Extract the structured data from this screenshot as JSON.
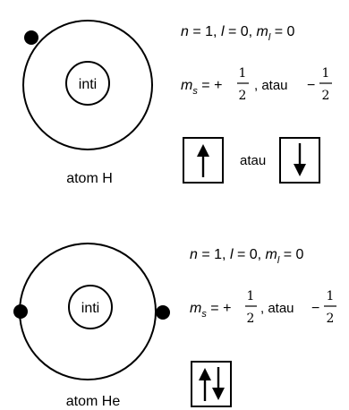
{
  "atom_h": {
    "nucleus_label": "inti",
    "caption": "atom H",
    "quantum_line": {
      "n_sym": "n",
      "n_val": " = 1, ",
      "l_sym": "l",
      "l_val": " = 0, ",
      "ml_sym": "m",
      "ml_sub": "l",
      "ml_val": " = 0"
    },
    "spin_line": {
      "ms_sym": "m",
      "ms_sub": "s",
      "eq": " = ",
      "plus": "+",
      "num": "1",
      "den": "2",
      "sep": ", atau",
      "minus": "−"
    },
    "spin_or": "atau",
    "electrons": 1
  },
  "atom_he": {
    "nucleus_label": "inti",
    "caption": "atom He",
    "quantum_line": {
      "n_sym": "n",
      "n_val": " = 1, ",
      "l_sym": "l",
      "l_val": " = 0, ",
      "ml_sym": "m",
      "ml_sub": "l",
      "ml_val": " = 0"
    },
    "spin_line": {
      "ms_sym": "m",
      "ms_sub": "s",
      "eq": " = ",
      "plus": "+",
      "num": "1",
      "den": "2",
      "sep": ", atau",
      "minus": "−"
    },
    "electrons": 2
  }
}
